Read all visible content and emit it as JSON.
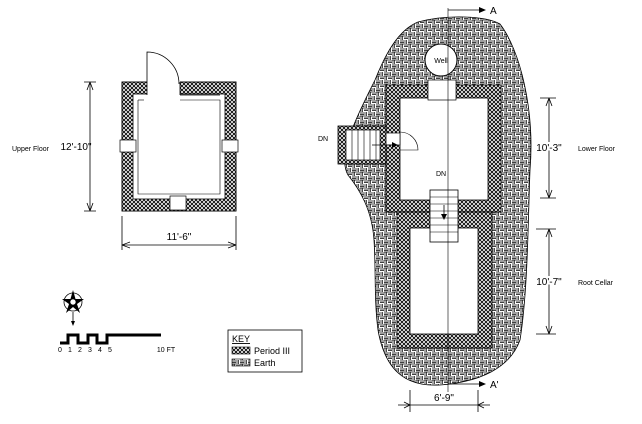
{
  "labels": {
    "upper_floor": "Upper Floor",
    "lower_floor": "Lower Floor",
    "root_cellar": "Root Cellar",
    "well": "Well",
    "dn_left": "DN",
    "dn_center": "DN",
    "section_top": "A",
    "section_bottom": "A'"
  },
  "dimensions": {
    "upper_height": "12'-10\"",
    "upper_width": "11'-6\"",
    "lower_height": "10'-3\"",
    "cellar_height": "10'-7\"",
    "bottom_width": "6'-9\""
  },
  "key": {
    "title": "KEY",
    "items": [
      {
        "label": "Period  III",
        "pattern": "crosshatch"
      },
      {
        "label": "Earth",
        "pattern": "basket"
      }
    ]
  },
  "scale": {
    "ticks": [
      "0",
      "1",
      "2",
      "3",
      "4",
      "5",
      "10 FT"
    ]
  },
  "north_arrow": {
    "icon": "compass-star-icon"
  }
}
